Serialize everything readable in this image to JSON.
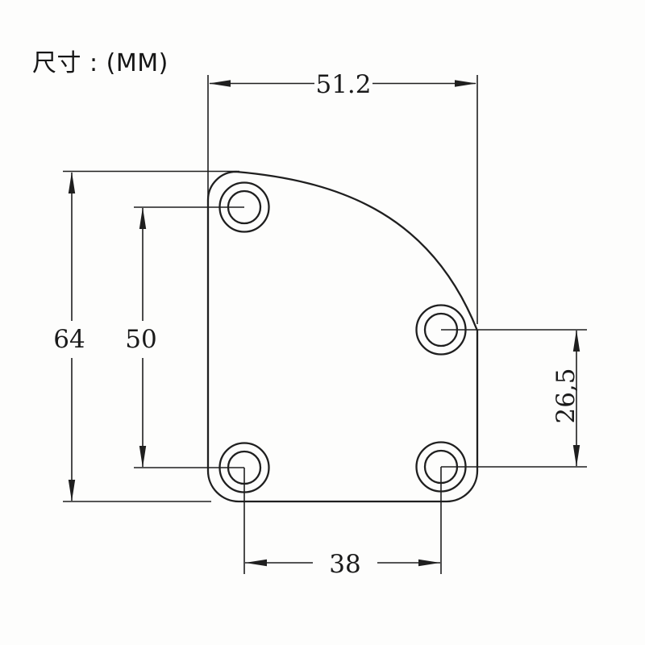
{
  "title": "尺寸 : (MM)",
  "drawing": {
    "description": "technical outline drawing of a rounded neck plate with four screw holes",
    "units": "MM",
    "hole_count": 4,
    "dimensions": {
      "overall_width": {
        "label": "51.2",
        "value_mm": 51.2,
        "orientation": "horizontal",
        "measures": "overall plate width"
      },
      "overall_height": {
        "label": "64",
        "value_mm": 64,
        "orientation": "vertical",
        "measures": "overall plate height"
      },
      "left_hole_spacing": {
        "label": "50",
        "value_mm": 50,
        "orientation": "vertical",
        "measures": "left holes center-to-center"
      },
      "right_hole_offset": {
        "label": "26,5",
        "value_mm": 26.5,
        "orientation": "vertical",
        "measures": "right holes center-to-center"
      },
      "bottom_hole_spacing": {
        "label": "38",
        "value_mm": 38,
        "orientation": "horizontal",
        "measures": "bottom holes center-to-center"
      }
    }
  },
  "colors": {
    "background": "#fdfdfc",
    "line": "#1f1f1f",
    "text": "#1a1a1a"
  }
}
